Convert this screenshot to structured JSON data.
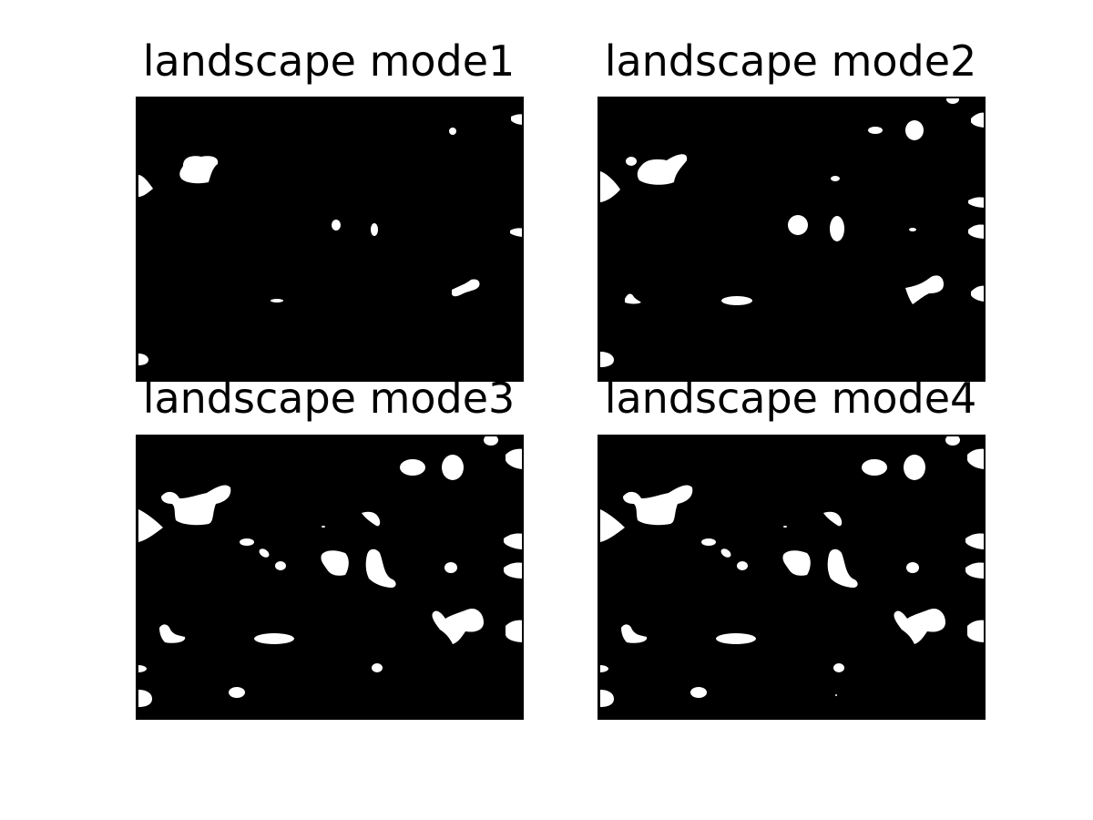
{
  "panels": [
    {
      "title": "landscape mode1"
    },
    {
      "title": "landscape mode2"
    },
    {
      "title": "landscape mode3"
    },
    {
      "title": "landscape mode4"
    }
  ],
  "colors": {
    "background": "#000000",
    "blobs": "#ffffff",
    "frame": "#000000"
  }
}
